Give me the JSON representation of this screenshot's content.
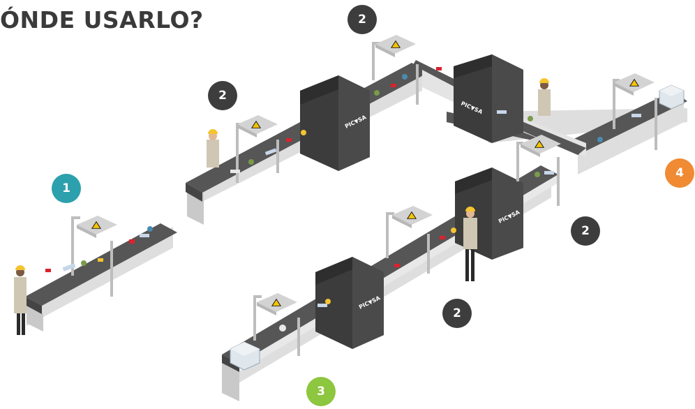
{
  "title": "ÓNDE USARLO?",
  "brand": "PICVISA",
  "colors": {
    "belt_top": "#565656",
    "belt_side": "#dedede",
    "belt_front": "#c9c9c9",
    "machine": "#454545",
    "machine_dark": "#333333",
    "panel": "#d3d3d3",
    "warning": "#f5c400",
    "badge_1": "#2da0ad",
    "badge_2": "#3d3d3d",
    "badge_3": "#8dc63f",
    "badge_4": "#f08a33",
    "helmet": "#f4c430"
  },
  "badges": [
    {
      "label": "1",
      "type": "manual-sorting"
    },
    {
      "label": "2",
      "type": "scanner"
    },
    {
      "label": "2",
      "type": "scanner"
    },
    {
      "label": "2",
      "type": "scanner"
    },
    {
      "label": "2",
      "type": "scanner"
    },
    {
      "label": "3",
      "type": "input-bale"
    },
    {
      "label": "4",
      "type": "output-bale"
    }
  ],
  "icons": [
    "warning-triangle-icon",
    "worker-figure",
    "scanner-machine"
  ]
}
